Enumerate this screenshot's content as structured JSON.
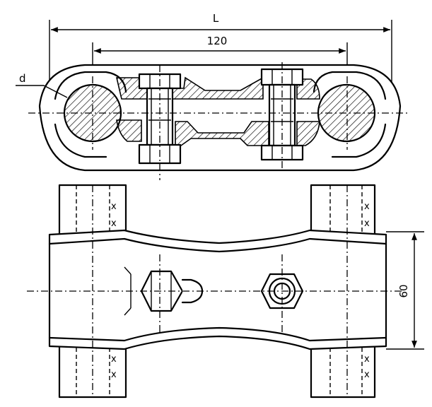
{
  "dimensions": {
    "overall_length_label": "L",
    "bolt_spacing_label": "120",
    "diameter_label": "d",
    "width_label": "60"
  },
  "marks": {
    "cross": "x"
  },
  "colors": {
    "line": "#000000",
    "background": "#ffffff"
  }
}
